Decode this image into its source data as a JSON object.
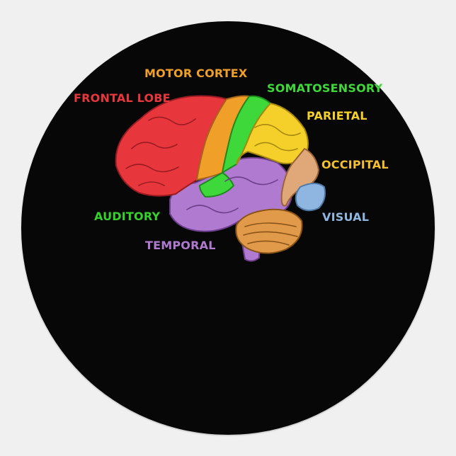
{
  "labels": {
    "motor_cortex": "MOTOR CORTEX",
    "frontal_lobe": "FRONTAL LOBE",
    "somatosensory": "SOMATOSENSORY",
    "parietal": "PARIETAL",
    "occipital": "OCCIPITAL",
    "auditory": "AUDITORY",
    "visual": "VISUAL",
    "temporal": "TEMPORAL"
  },
  "colors": {
    "background": "#f0f0f0",
    "sticker": "#070707",
    "frontal": "#e8373c",
    "motor": "#f0a028",
    "somatosensory": "#3ed83a",
    "parietal": "#f6d02a",
    "occipital": "#e0a878",
    "auditory": "#35d22e",
    "visual": "#8fb6e0",
    "temporal": "#b07ad0",
    "cerebellum": "#e09a4a"
  }
}
